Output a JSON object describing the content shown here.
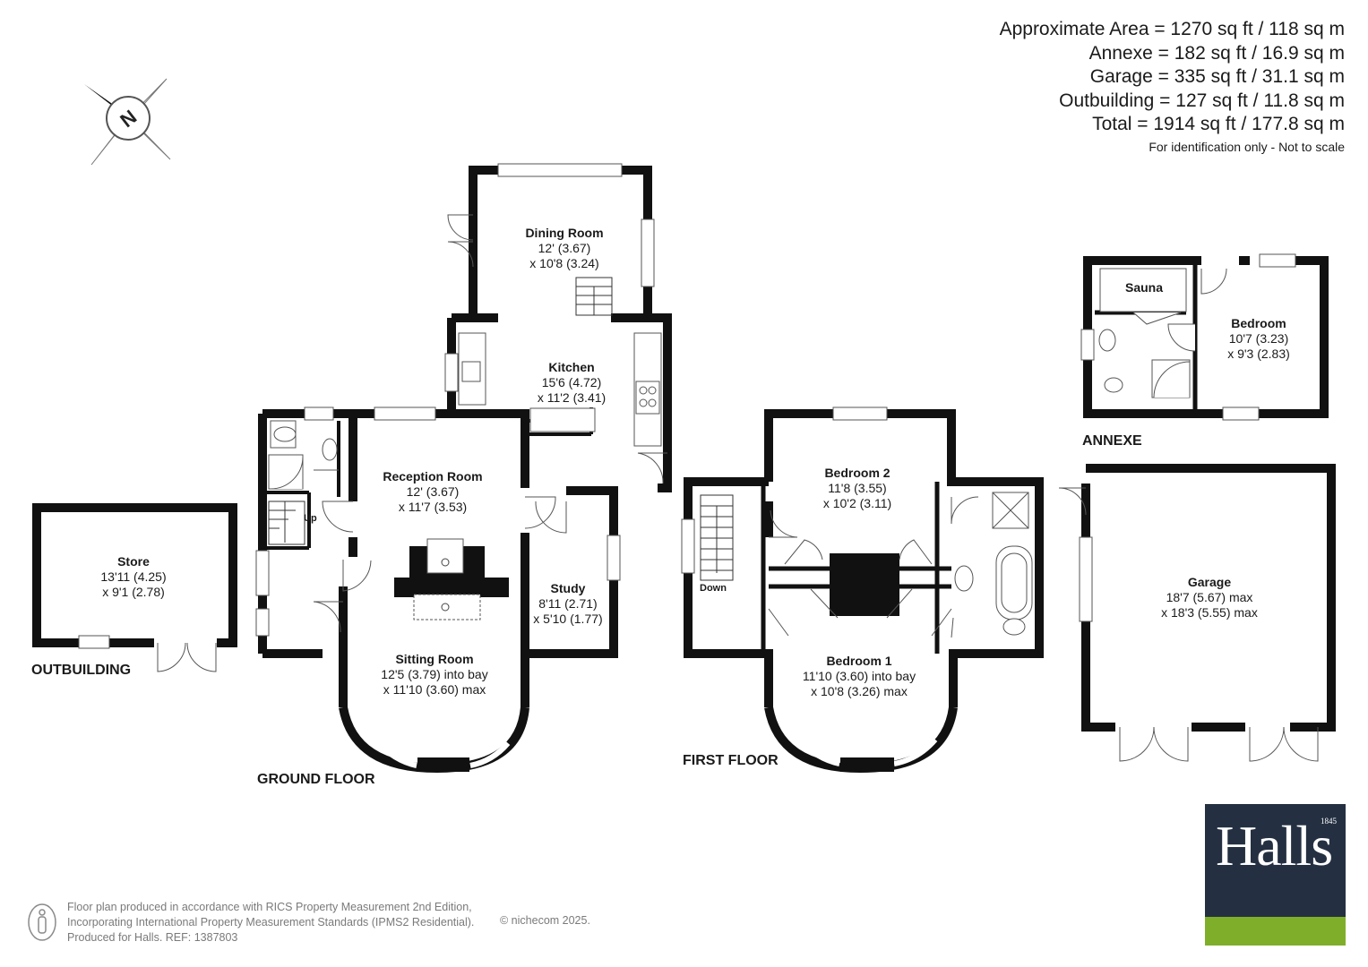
{
  "areas": [
    "Approximate Area = 1270 sq ft / 118 sq m",
    "Annexe = 182 sq ft / 16.9 sq m",
    "Garage = 335 sq ft / 31.1 sq m",
    "Outbuilding = 127 sq ft / 11.8 sq m",
    "Total = 1914 sq ft / 177.8 sq m"
  ],
  "disclaimer": "For identification only - Not to scale",
  "compass_label": "N",
  "floors": {
    "ground": "GROUND FLOOR",
    "first": "FIRST FLOOR",
    "annexe": "ANNEXE",
    "outbuilding": "OUTBUILDING"
  },
  "rooms": {
    "dining": {
      "name": "Dining Room",
      "dim1": "12' (3.67)",
      "dim2": "x 10'8 (3.24)"
    },
    "kitchen": {
      "name": "Kitchen",
      "dim1": "15'6 (4.72)",
      "dim2": "x 11'2 (3.41)"
    },
    "reception": {
      "name": "Reception Room",
      "dim1": "12' (3.67)",
      "dim2": "x 11'7 (3.53)"
    },
    "sitting": {
      "name": "Sitting Room",
      "dim1": "12'5 (3.79) into bay",
      "dim2": "x 11'10 (3.60) max"
    },
    "study": {
      "name": "Study",
      "dim1": "8'11 (2.71)",
      "dim2": "x 5'10 (1.77)"
    },
    "store": {
      "name": "Store",
      "dim1": "13'11 (4.25)",
      "dim2": "x 9'1 (2.78)"
    },
    "bedroom2": {
      "name": "Bedroom 2",
      "dim1": "11'8 (3.55)",
      "dim2": "x 10'2 (3.11)"
    },
    "bedroom1": {
      "name": "Bedroom 1",
      "dim1": "11'10 (3.60) into bay",
      "dim2": "x 10'8 (3.26) max"
    },
    "sauna": {
      "name": "Sauna"
    },
    "annexe_bedroom": {
      "name": "Bedroom",
      "dim1": "10'7 (3.23)",
      "dim2": "x 9'3 (2.83)"
    },
    "garage": {
      "name": "Garage",
      "dim1": "18'7 (5.67) max",
      "dim2": "x 18'3 (5.55) max"
    }
  },
  "stairs": {
    "up": "Up",
    "down": "Down"
  },
  "footer": {
    "line1": "Floor plan produced in accordance with RICS Property Measurement 2nd Edition,",
    "line2": "Incorporating International Property Measurement Standards (IPMS2 Residential).",
    "line3": "Produced for Halls.   REF: 1387803",
    "copyright": "© nichecom 2025."
  },
  "logo": {
    "name": "Halls",
    "year": "1845"
  },
  "colors": {
    "wall": "#111111",
    "logo_bg": "#243042",
    "logo_band": "#7fae2b"
  }
}
